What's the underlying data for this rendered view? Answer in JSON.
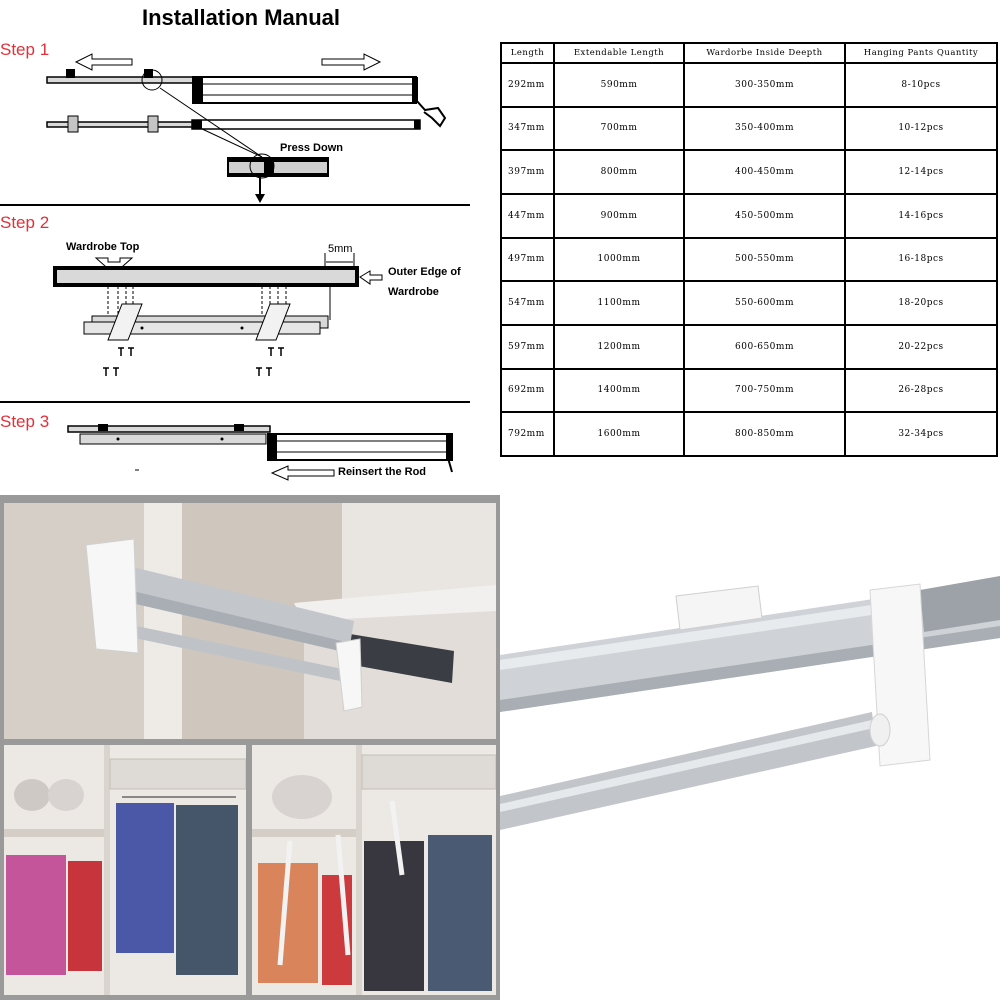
{
  "title": "Installation Manual",
  "steps": [
    {
      "label": "Step 1"
    },
    {
      "label": "Step 2"
    },
    {
      "label": "Step 3"
    }
  ],
  "annotations": {
    "press_down": "Press Down",
    "wardrobe_top": "Wardrobe Top",
    "gap": "5mm",
    "outer_edge_line1": "Outer Edge of",
    "outer_edge_line2": "Wardrobe",
    "reinsert": "Reinsert the Rod"
  },
  "spec_table": {
    "headers": [
      "Length",
      "Extendable Length",
      "Wardorbe Inside Deepth",
      "Hanging Pants Quantity"
    ],
    "rows": [
      [
        "292mm",
        "590mm",
        "300-350mm",
        "8-10pcs"
      ],
      [
        "347mm",
        "700mm",
        "350-400mm",
        "10-12pcs"
      ],
      [
        "397mm",
        "800mm",
        "400-450mm",
        "12-14pcs"
      ],
      [
        "447mm",
        "900mm",
        "450-500mm",
        "14-16pcs"
      ],
      [
        "497mm",
        "1000mm",
        "500-550mm",
        "16-18pcs"
      ],
      [
        "547mm",
        "1100mm",
        "550-600mm",
        "18-20pcs"
      ],
      [
        "597mm",
        "1200mm",
        "600-650mm",
        "20-22pcs"
      ],
      [
        "692mm",
        "1400mm",
        "700-750mm",
        "26-28pcs"
      ],
      [
        "792mm",
        "1600mm",
        "800-850mm",
        "32-34pcs"
      ]
    ]
  },
  "colors": {
    "step_label": "#e0303a",
    "rail_fill": "#d9d9d9",
    "aluminum": "#c8ccd0",
    "wardrobe_wall": "#d8d2cb"
  },
  "icons": [
    "arrow-left-icon",
    "arrow-right-icon",
    "arrow-down-icon",
    "screw-icon"
  ]
}
